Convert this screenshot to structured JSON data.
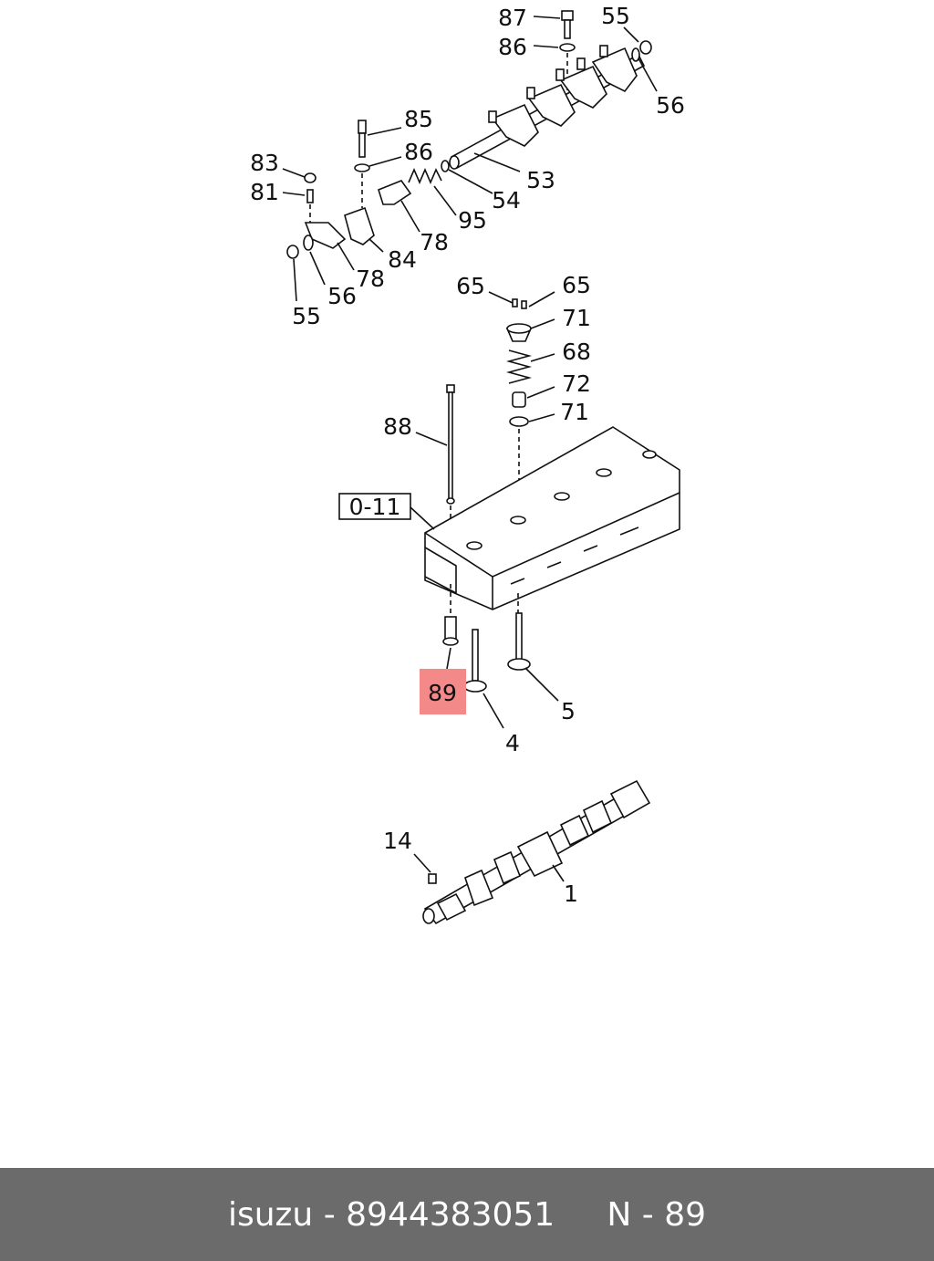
{
  "highlight_color": "#f4898a",
  "footer": {
    "background": "#6b6b6b",
    "brand": "isuzu",
    "part_number": "8944383051",
    "ref": "N - 89"
  },
  "labels": {
    "l87": "87",
    "l86a": "86",
    "l55a": "55",
    "l56a": "56",
    "l85": "85",
    "l86b": "86",
    "l83": "83",
    "l81": "81",
    "l53": "53",
    "l54": "54",
    "l95": "95",
    "l78a": "78",
    "l84": "84",
    "l78b": "78",
    "l56b": "56",
    "l55b": "55",
    "l65a": "65",
    "l65b": "65",
    "l71a": "71",
    "l68": "68",
    "l72": "72",
    "l71b": "71",
    "l88": "88",
    "ref_box": "0-11",
    "l89": "89",
    "l5": "5",
    "l4": "4",
    "l14": "14",
    "l1": "1"
  }
}
